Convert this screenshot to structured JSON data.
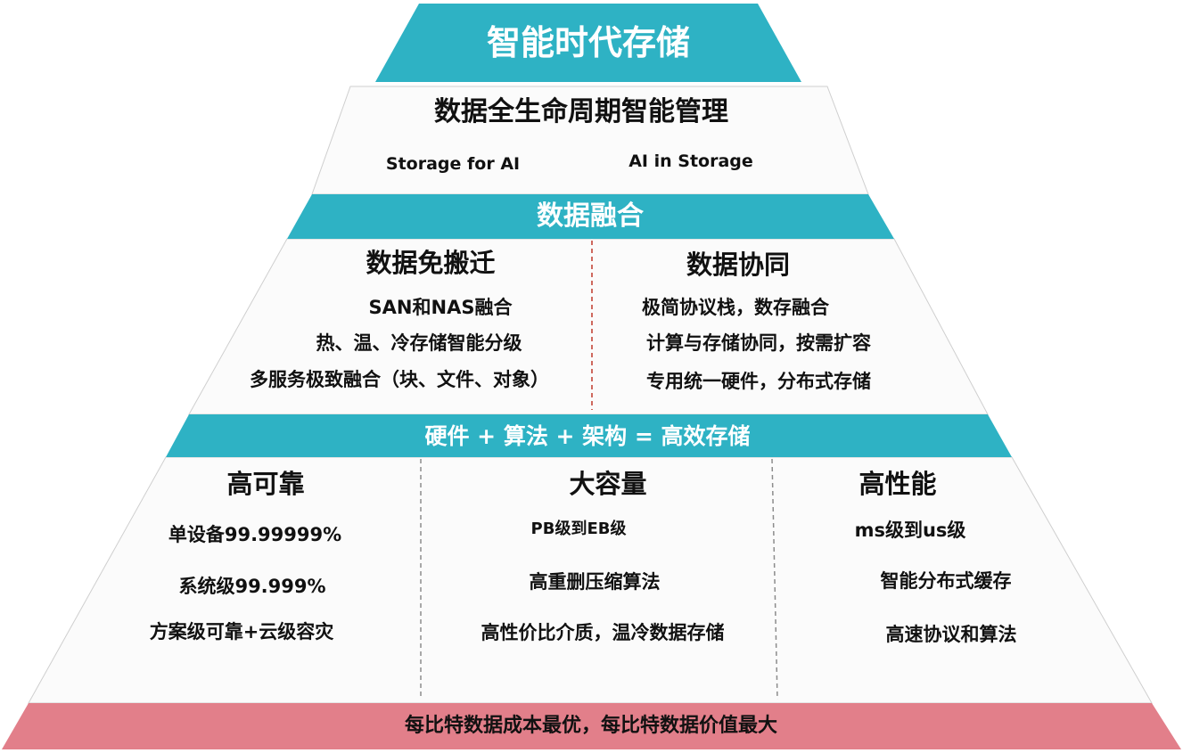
{
  "colors": {
    "teal": "#2eb2c4",
    "pink": "#e27f8a",
    "panel": "#fbfbfb",
    "divider_red": "#c0392b",
    "divider_gray": "#8c8c8c"
  },
  "top": {
    "title": "智能时代存储"
  },
  "level1": {
    "title": "数据全生命周期智能管理",
    "items": [
      "Storage for AI",
      "AI in Storage"
    ]
  },
  "level2": {
    "band_title": "数据融合",
    "left": {
      "title": "数据免搬迁",
      "items": [
        "SAN和NAS融合",
        "热、温、冷存储智能分级",
        "多服务极致融合（块、文件、对象）"
      ]
    },
    "right": {
      "title": "数据协同",
      "items": [
        "极简协议栈，数存融合",
        "计算与存储协同，按需扩容",
        "专用统一硬件，分布式存储"
      ]
    }
  },
  "level3": {
    "band_title": "硬件 + 算法 + 架构 = 高效存储",
    "columns": [
      {
        "title": "高可靠",
        "items": [
          "单设备99.99999%",
          "系统级99.999%",
          "方案级可靠+云级容灾"
        ]
      },
      {
        "title": "大容量",
        "items": [
          "PB级到EB级",
          "高重删压缩算法",
          "高性价比介质，温冷数据存储"
        ]
      },
      {
        "title": "高性能",
        "items": [
          "ms级到us级",
          "智能分布式缓存",
          "高速协议和算法"
        ]
      }
    ]
  },
  "footer": {
    "text": "每比特数据成本最优，每比特数据价值最大"
  }
}
